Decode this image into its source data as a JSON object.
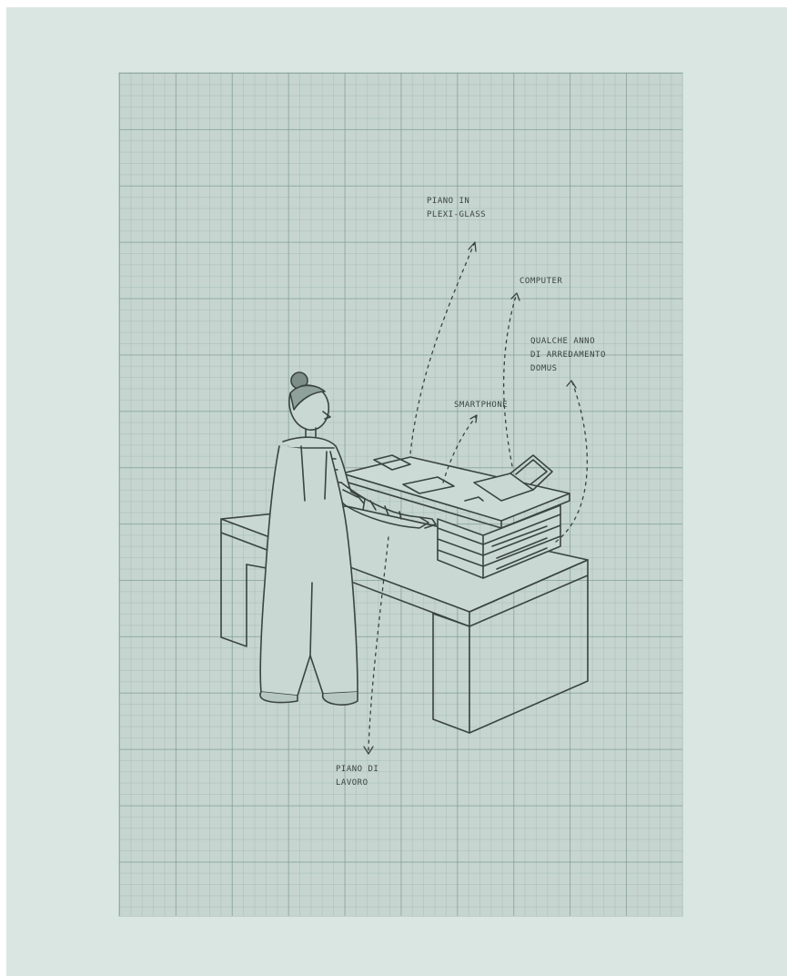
{
  "labels": {
    "piano_plexiglass": "Piano in\nplexi-glass",
    "computer": "computer",
    "arredamento": "qualche anno\ndi arredamento\ndomus",
    "smartphone": "smartphone",
    "piano_lavoro": "Piano di\nlavoro"
  },
  "colors": {
    "background": "#d9e6e1",
    "paper": "#c6d5d0",
    "ink": "#3a4441"
  }
}
